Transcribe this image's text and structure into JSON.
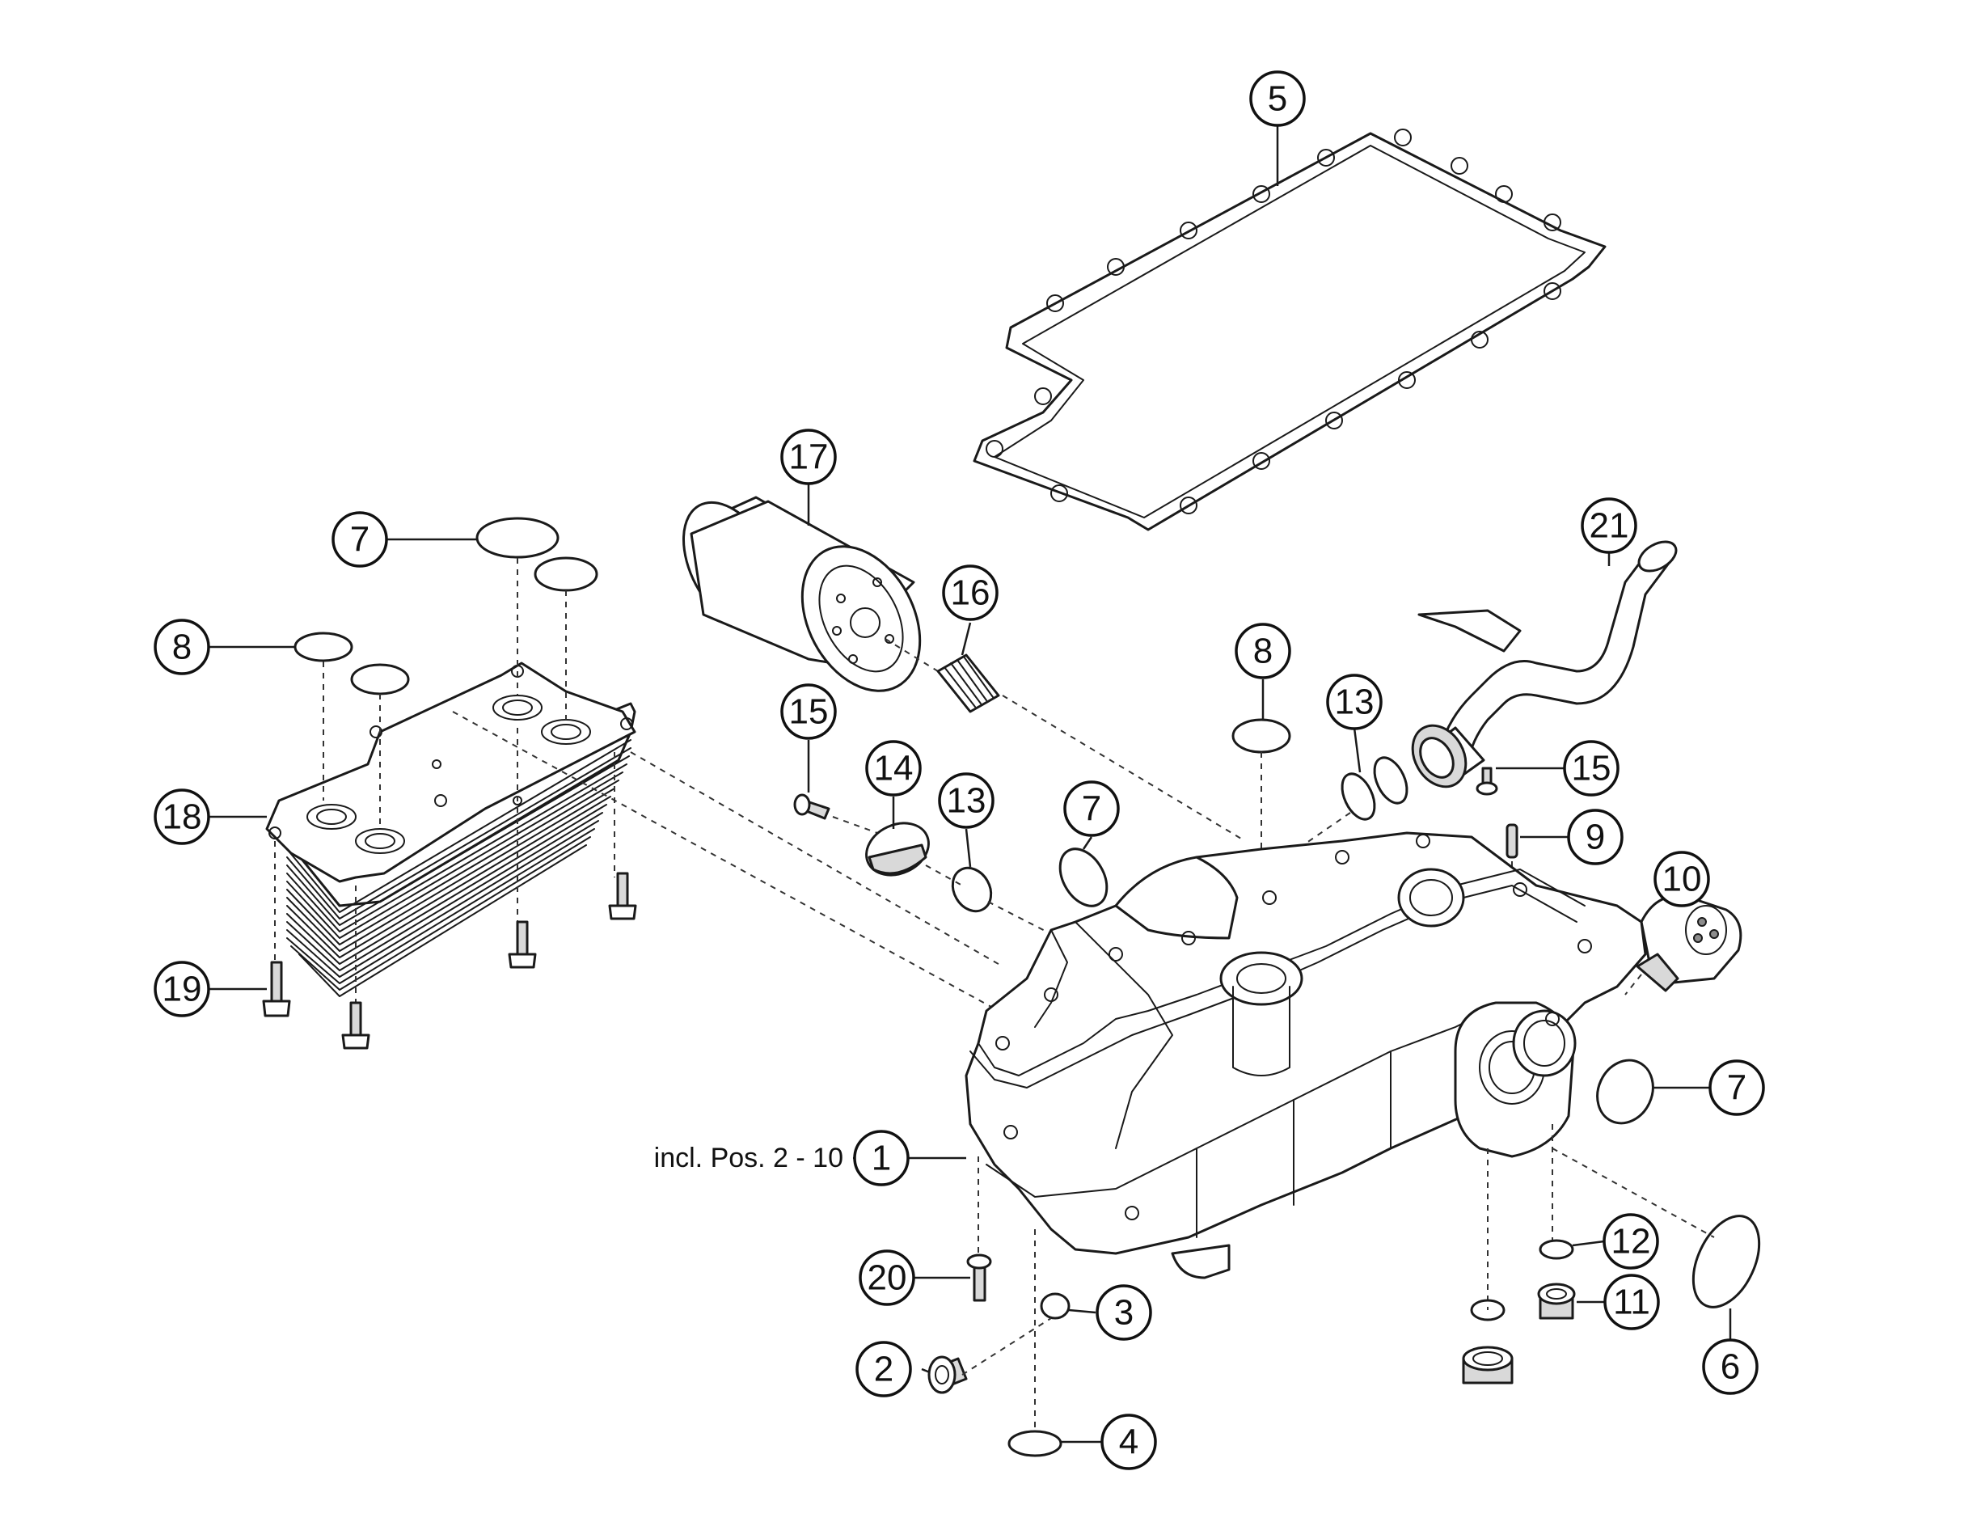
{
  "callouts": {
    "c1": "1",
    "c2": "2",
    "c3": "3",
    "c4": "4",
    "c5": "5",
    "c6": "6",
    "c7a": "7",
    "c7b": "7",
    "c7c": "7",
    "c8a": "8",
    "c8b": "8",
    "c9": "9",
    "c10": "10",
    "c11": "11",
    "c12": "12",
    "c13a": "13",
    "c13b": "13",
    "c14": "14",
    "c15a": "15",
    "c15b": "15",
    "c16": "16",
    "c17": "17",
    "c18": "18",
    "c19": "19",
    "c20": "20",
    "c21": "21"
  },
  "note": "incl. Pos. 2 - 10"
}
